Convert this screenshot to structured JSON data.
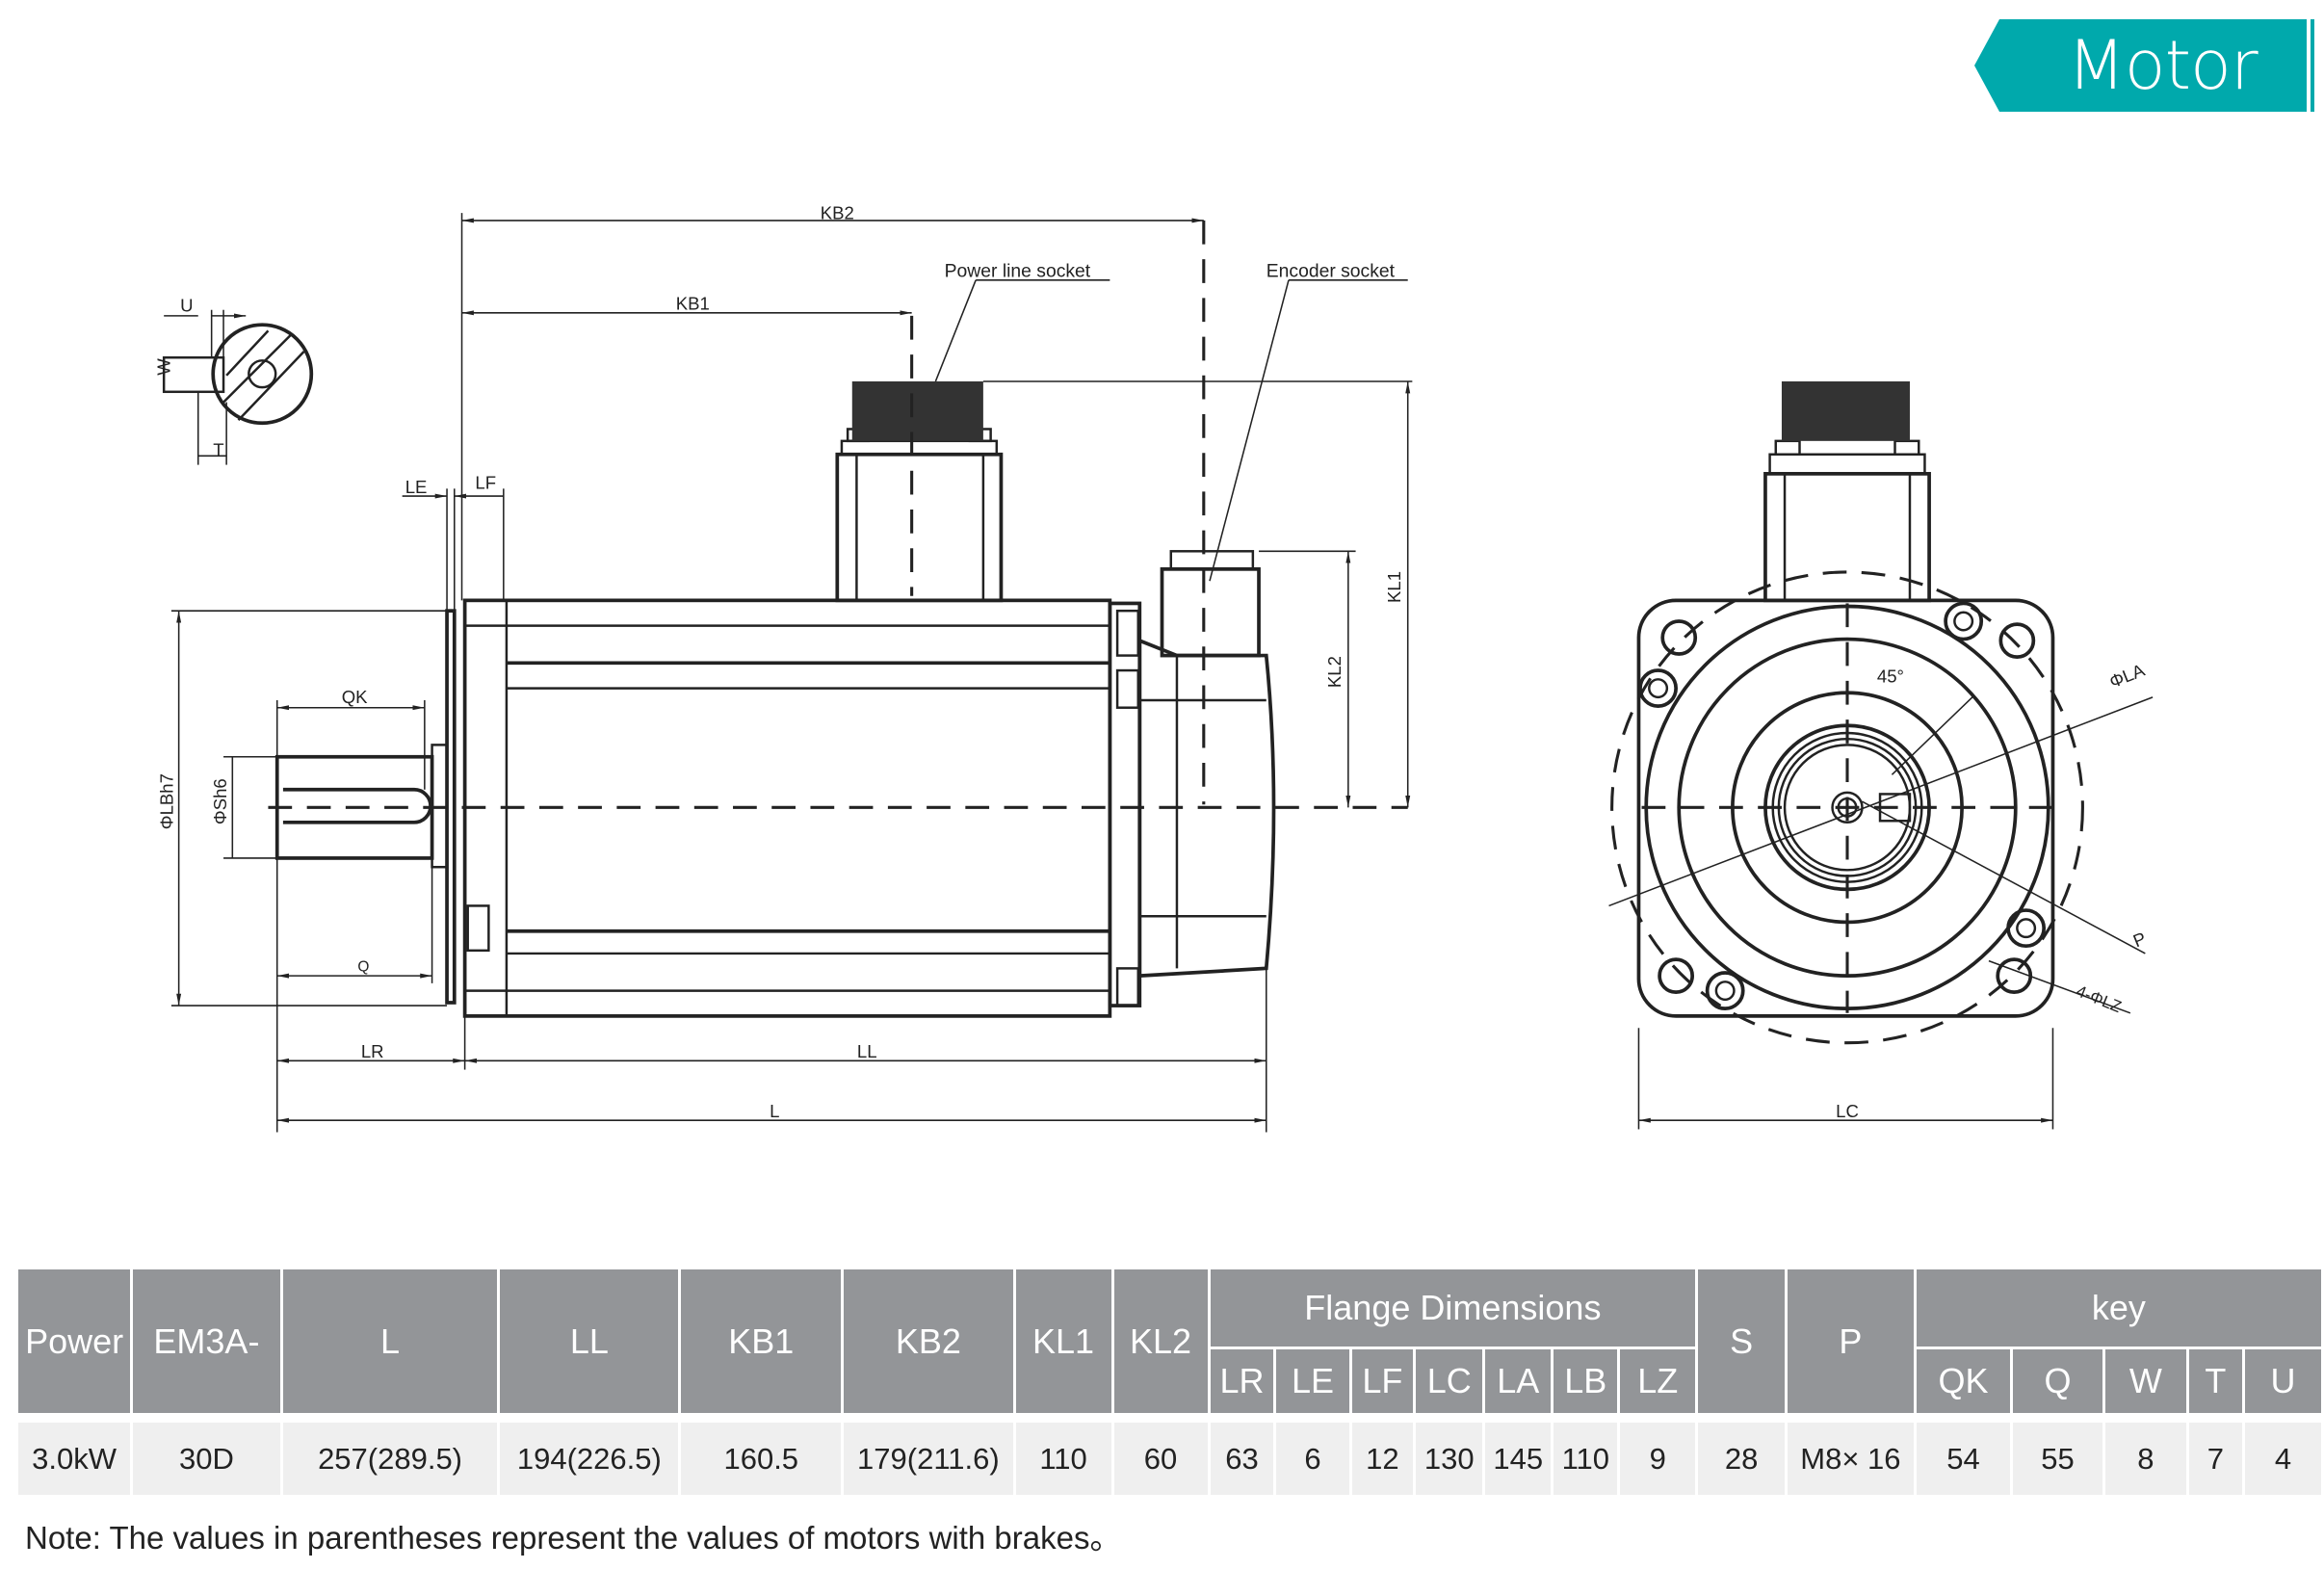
{
  "badge": {
    "title": "Motor size",
    "color": "#00a9ac"
  },
  "drawing": {
    "labels": {
      "kb2": "KB2",
      "kb1": "KB1",
      "power_socket": "Power line socket",
      "encoder_socket": "Encoder socket",
      "u": "U",
      "w": "W",
      "t": "T",
      "le": "LE",
      "lf": "LF",
      "qk": "QK",
      "q": "Q",
      "lb": "ΦLBh7",
      "s": "ΦSh6",
      "kl1": "KL1",
      "kl2": "KL2",
      "lr": "LR",
      "ll": "LL",
      "l": "L",
      "la": "ΦLA",
      "p": "P",
      "lz": "4-ΦLZ",
      "angle": "45°",
      "lc": "LC"
    }
  },
  "table": {
    "header": {
      "power": "Power",
      "model": "EM3A-",
      "l": "L",
      "ll": "LL",
      "kb1": "KB1",
      "kb2": "KB2",
      "kl1": "KL1",
      "kl2": "KL2",
      "flange": "Flange Dimensions",
      "s": "S",
      "p": "P",
      "key": "key",
      "flange_sub": [
        "LR",
        "LE",
        "LF",
        "LC",
        "LA",
        "LB",
        "LZ"
      ],
      "key_sub": [
        "QK",
        "Q",
        "W",
        "T",
        "U"
      ]
    },
    "row": {
      "power": "3.0kW",
      "model": "30D",
      "l": "257(289.5)",
      "ll": "194(226.5)",
      "kb1": "160.5",
      "kb2": "179(211.6)",
      "kl1": "110",
      "kl2": "60",
      "flange": [
        "63",
        "6",
        "12",
        "130",
        "145",
        "110",
        "9"
      ],
      "s": "28",
      "p": "M8× 16",
      "key": [
        "54",
        "55",
        "8",
        "7",
        "4"
      ]
    }
  },
  "note": "Note: The values in parentheses represent the values of motors with brakes。"
}
